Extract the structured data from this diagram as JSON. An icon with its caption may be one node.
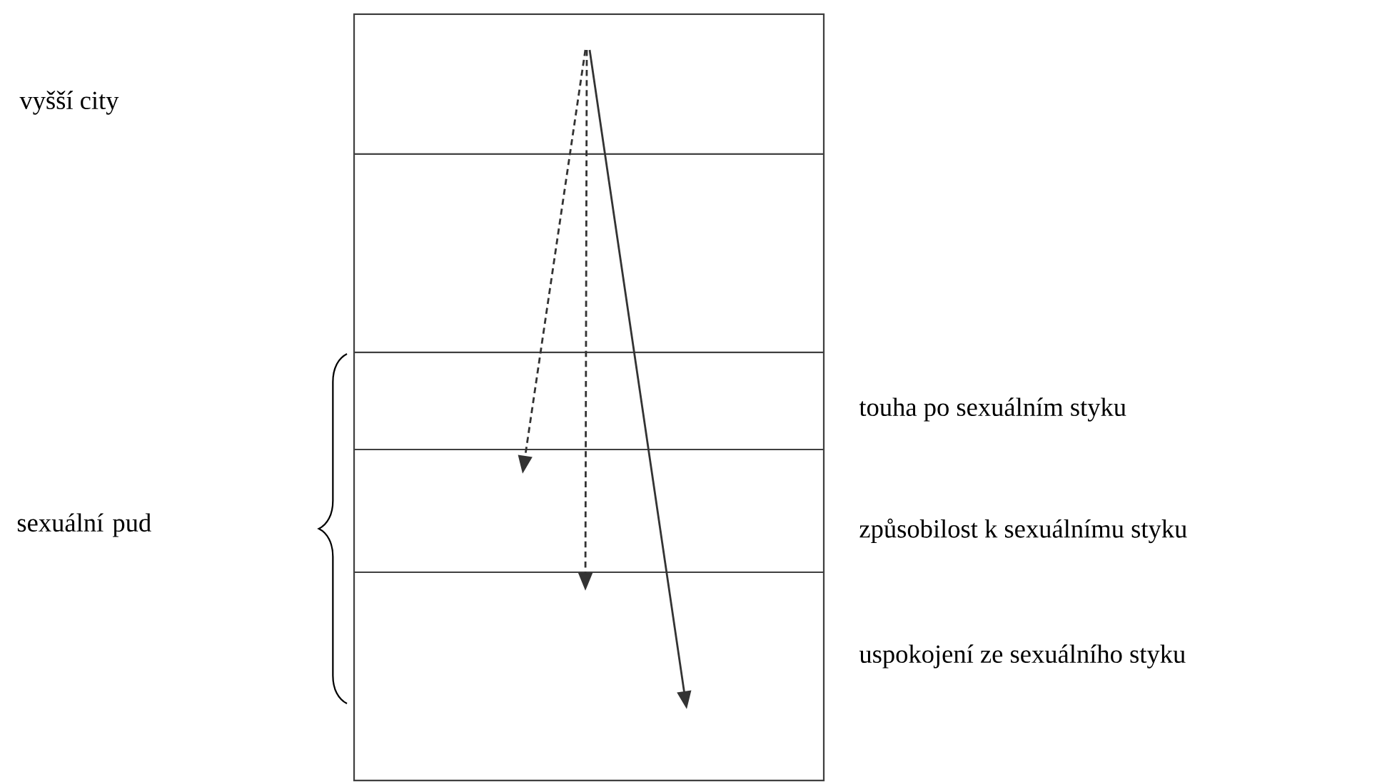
{
  "diagram": {
    "labels": [
      "vyšší city",
      "touha po sexuálním styku",
      "sexuální pud",
      "způsobilost k sexuálnímu styku",
      "uspokojení ze sexuálního styku"
    ]
  }
}
